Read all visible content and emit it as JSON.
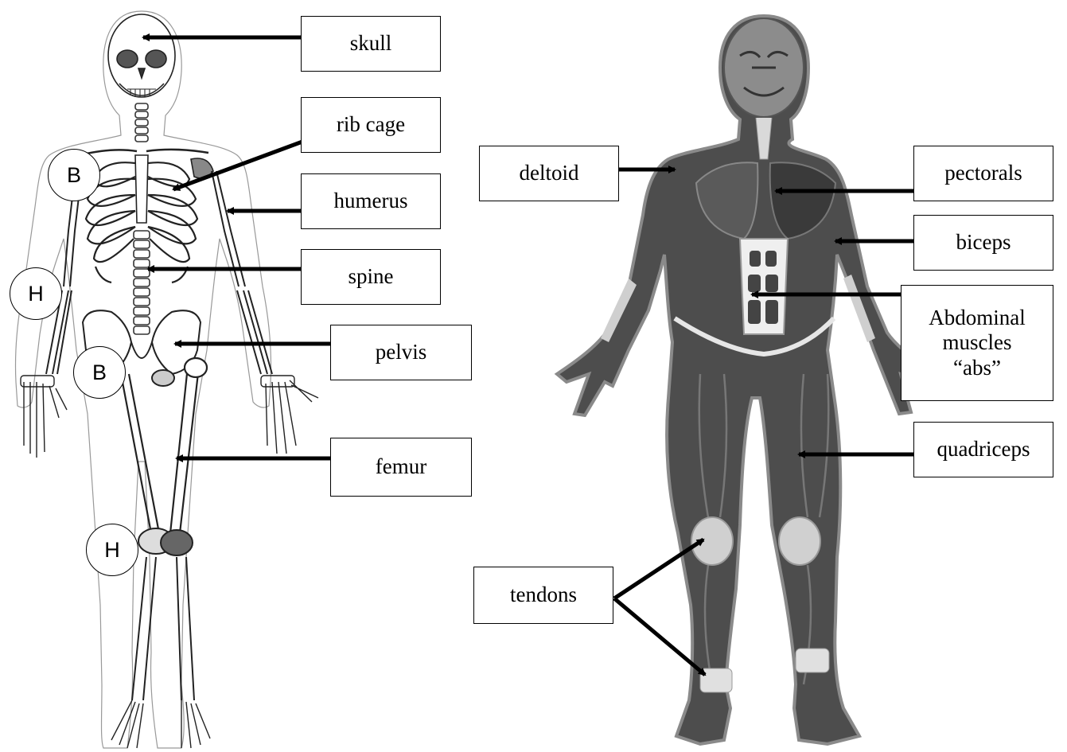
{
  "skeleton_labels": {
    "skull": "skull",
    "rib_cage": "rib cage",
    "humerus": "humerus",
    "spine": "spine",
    "pelvis": "pelvis",
    "femur": "femur"
  },
  "joint_markers": {
    "b_shoulder": "B",
    "h_elbow": "H",
    "b_hip": "B",
    "h_knee": "H"
  },
  "muscle_labels": {
    "deltoid": "deltoid",
    "pectorals": "pectorals",
    "biceps": "biceps",
    "abdominal_line1": "Abdominal",
    "abdominal_line2": "muscles",
    "abdominal_line3": "“abs”",
    "quadriceps": "quadriceps",
    "tendons": "tendons"
  }
}
